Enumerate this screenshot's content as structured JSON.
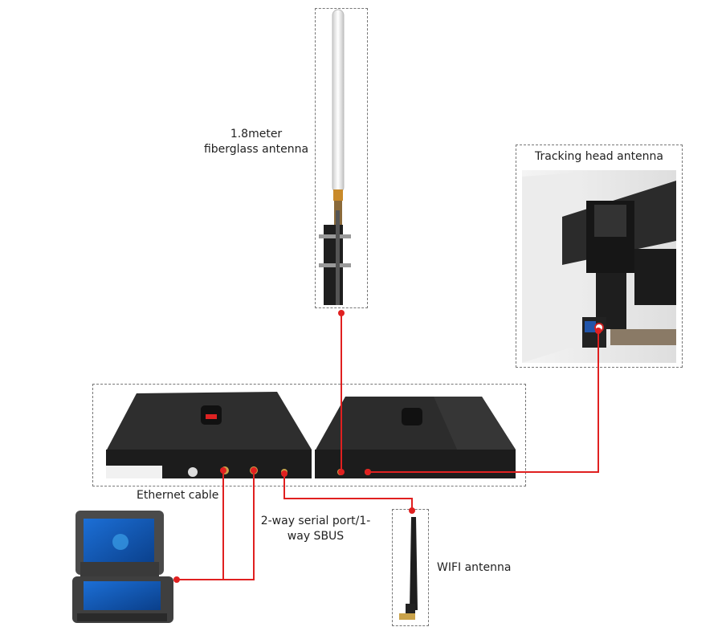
{
  "labels": {
    "fiberglass_antenna": "1.8meter\nfiberglass antenna",
    "tracking_head_antenna": "Tracking head antenna",
    "ethernet_cable": "Ethernet cable",
    "serial_port": "2-way serial port/1-\nway SBUS",
    "wifi_antenna": "WIFI antenna"
  },
  "colors": {
    "connection_line": "#e02020",
    "dashed_border": "#777777",
    "device_body": "#2a2a2a"
  }
}
